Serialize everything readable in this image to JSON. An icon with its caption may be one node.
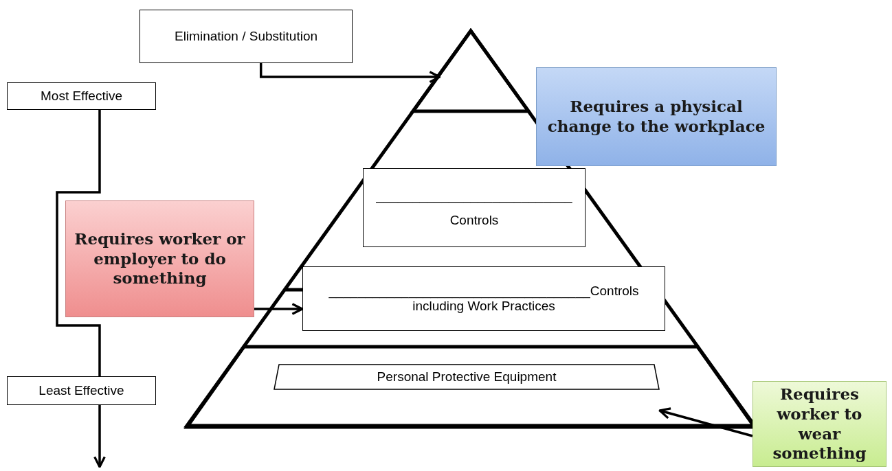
{
  "diagram": {
    "nodes": [
      {
        "text": [
          "Elimination / Substitution"
        ]
      },
      {
        "text": [
          "Most Effective"
        ]
      },
      {
        "text": [],
        "shape": "triangle"
      },
      {
        "text": [],
        "shape": "triangle",
        "in": 2
      },
      {
        "text": [
          "Requires a physical change to the workplace"
        ]
      },
      {
        "text": [
          "___________________________",
          "Controls"
        ],
        "in": 2
      },
      {
        "text": [
          "Requires worker or employer to do something"
        ]
      },
      {
        "text": [
          "____________________________________Controls including Work Practices"
        ],
        "in": 2
      },
      {
        "text": [
          "Personal Protective Equipment"
        ],
        "in": 11
      },
      {
        "text": [
          "Least Effective"
        ]
      },
      {
        "text": [
          "Requires worker to wear something"
        ]
      },
      {
        "text": [],
        "shape": "band",
        "in": 2
      }
    ],
    "edges": [
      {
        "from": 0,
        "to": 3,
        "arrow": "to"
      },
      {
        "from": 1,
        "to": 9,
        "arrow": "none"
      },
      {
        "from": 9,
        "to": null,
        "arrow": "to"
      },
      {
        "from": 6,
        "to": 7,
        "arrow": "to"
      },
      {
        "from": 10,
        "to": 11,
        "arrow": "to"
      }
    ]
  }
}
